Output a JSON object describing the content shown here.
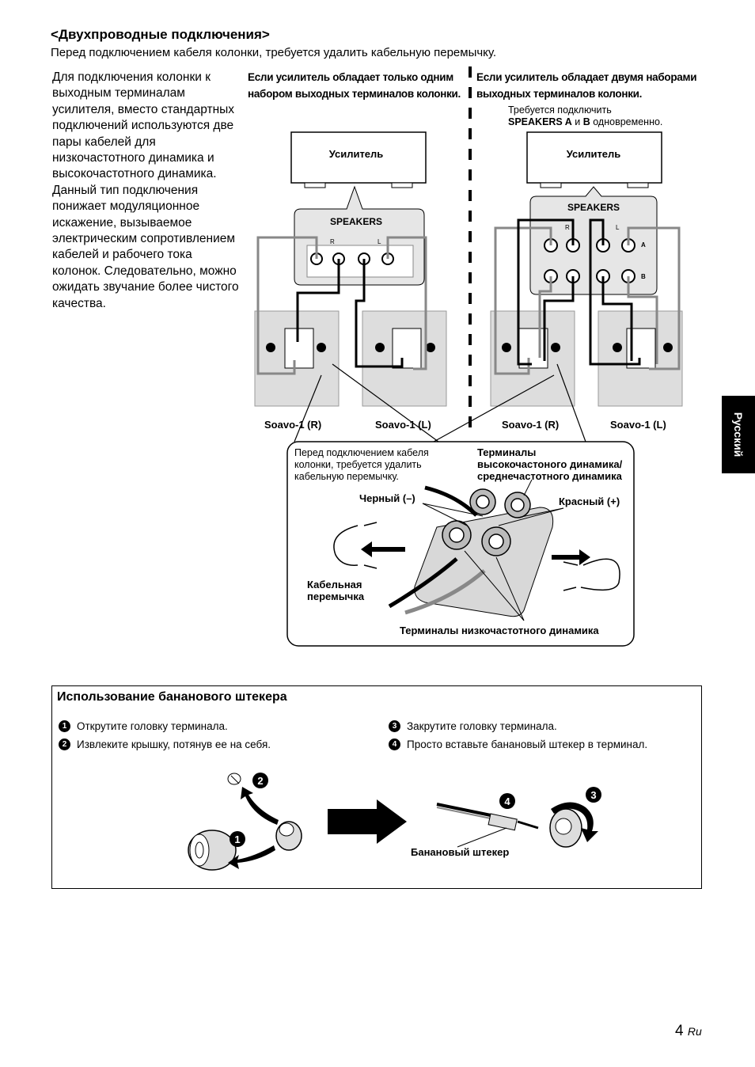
{
  "header": {
    "title": "<Двухпроводные подключения>",
    "subtitle": "Перед подключением кабеля колонки, требуется удалить кабельную перемычку."
  },
  "intro": {
    "text": "Для подключения колонки к выходным терминалам усилителя, вместо стандартных подключений используются две пары кабелей для низкочастотного динамика и высокочастотного динамика. Данный тип подключения понижает модуляционное искажение, вызываемое электрическим сопротивлением кабелей и рабочего тока колонок. Следовательно, можно ожидать звучание более чистого качества."
  },
  "diagram": {
    "left_heading_1": "Если усилитель обладает только одним",
    "left_heading_2": "набором выходных терминалов колонки.",
    "right_heading_1": "Если усилитель обладает двумя наборами",
    "right_heading_2": "выходных терминалов колонки.",
    "right_note_1": "Требуется подключить",
    "right_note_a": "SPEAKERS A",
    "right_note_and": " и ",
    "right_note_b": "B",
    "right_note_end": " одновременно.",
    "amp_label": "Усилитель",
    "speakers_label": "SPEAKERS",
    "ch_r": "R",
    "ch_l": "L",
    "plus": "+",
    "minus": "–",
    "set_a": "A",
    "set_b": "B",
    "speaker_r": "Soavo-1 (R)",
    "speaker_l": "Soavo-1 (L)"
  },
  "detail": {
    "note": "Перед подключением кабеля колонки, требуется удалить кабельную перемычку.",
    "tweeter_label_1": "Терминалы",
    "tweeter_label_2": "высокочастоного динамика/",
    "tweeter_label_3": "среднечастотного динамика",
    "black": "Черный (–)",
    "red": "Красный (+)",
    "jumper_1": "Кабельная",
    "jumper_2": "перемычка",
    "woofer": "Терминалы низкочастотного динамика"
  },
  "side_tab": "Русский",
  "banana": {
    "title": "Использование бананового штекера",
    "steps": [
      {
        "num": "1",
        "text": "Открутите головку терминала."
      },
      {
        "num": "2",
        "text": "Извлеките крышку, потянув ее на себя."
      },
      {
        "num": "3",
        "text": "Закрутите головку терминала."
      },
      {
        "num": "4",
        "text": "Просто вставьте банановый штекер в терминал."
      }
    ],
    "plug_label": "Банановый штекер"
  },
  "page": {
    "number": "4",
    "lang": "Ru"
  }
}
